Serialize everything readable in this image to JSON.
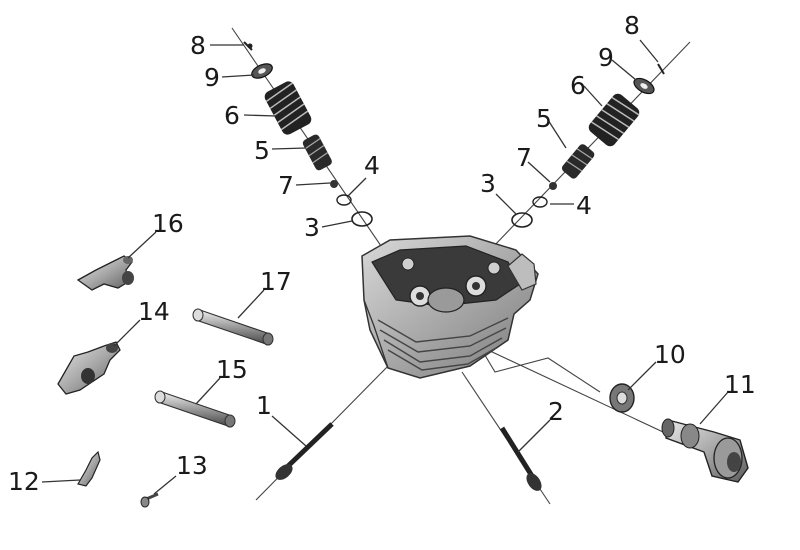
{
  "diagram": {
    "labels": {
      "l1": "1",
      "l2": "2",
      "l3a": "3",
      "l3b": "3",
      "l4a": "4",
      "l4b": "4",
      "l5a": "5",
      "l5b": "5",
      "l6a": "6",
      "l6b": "6",
      "l7a": "7",
      "l7b": "7",
      "l8a": "8",
      "l8b": "8",
      "l9a": "9",
      "l9b": "9",
      "l10": "10",
      "l11": "11",
      "l12": "12",
      "l13": "13",
      "l14": "14",
      "l15": "15",
      "l16": "16",
      "l17": "17"
    }
  }
}
